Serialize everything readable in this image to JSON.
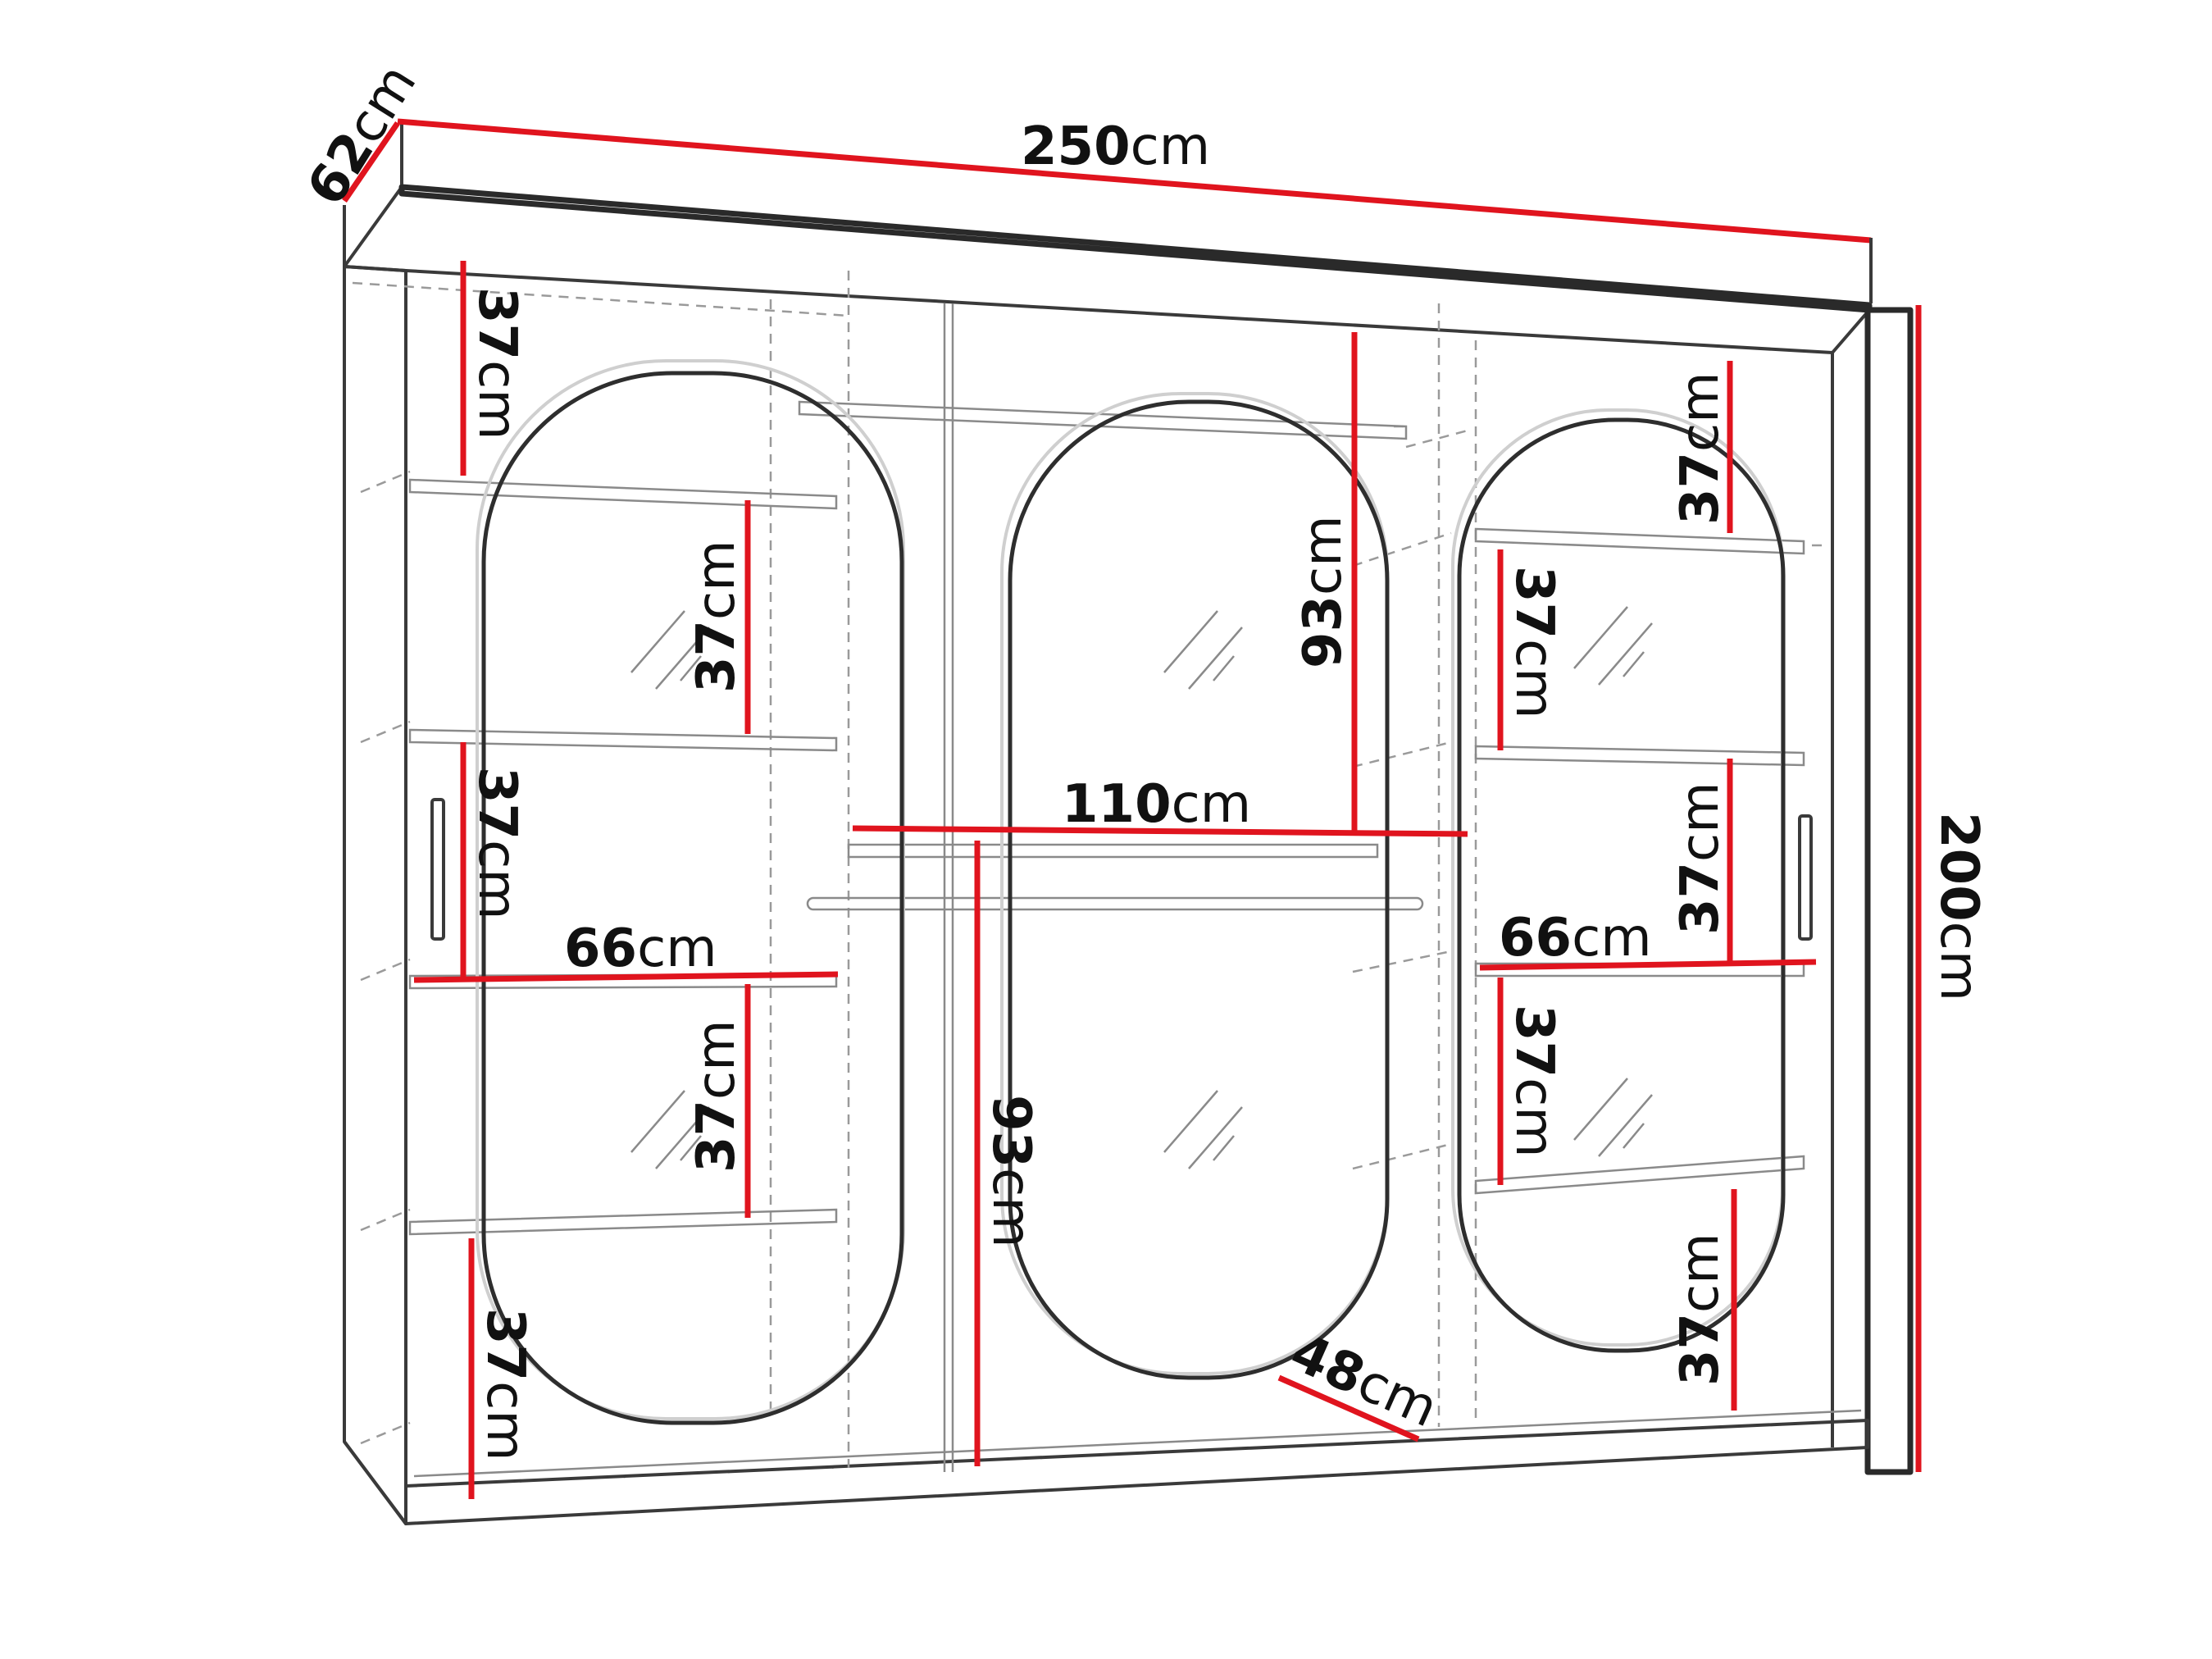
{
  "dimensions": {
    "width": {
      "num": "250",
      "unit": "cm"
    },
    "depth": {
      "num": "62",
      "unit": "cm"
    },
    "height": {
      "num": "200",
      "unit": "cm"
    },
    "left_shelf_1": {
      "num": "37",
      "unit": "cm"
    },
    "left_shelf_2": {
      "num": "37",
      "unit": "cm"
    },
    "left_shelf_3": {
      "num": "37",
      "unit": "cm"
    },
    "left_shelf_4": {
      "num": "37",
      "unit": "cm"
    },
    "left_shelf_5": {
      "num": "37",
      "unit": "cm"
    },
    "left_width": {
      "num": "66",
      "unit": "cm"
    },
    "center_upper": {
      "num": "93",
      "unit": "cm"
    },
    "center_lower": {
      "num": "93",
      "unit": "cm"
    },
    "center_width": {
      "num": "110",
      "unit": "cm"
    },
    "center_depth": {
      "num": "48",
      "unit": "cm"
    },
    "right_shelf_1": {
      "num": "37",
      "unit": "cm"
    },
    "right_shelf_2": {
      "num": "37",
      "unit": "cm"
    },
    "right_shelf_3": {
      "num": "37",
      "unit": "cm"
    },
    "right_shelf_4": {
      "num": "37",
      "unit": "cm"
    },
    "right_shelf_5": {
      "num": "37",
      "unit": "cm"
    },
    "right_width": {
      "num": "66",
      "unit": "cm"
    }
  },
  "colors": {
    "dimension_line": "#e0141e",
    "outline": "#3a3a3a",
    "background": "#ffffff"
  }
}
